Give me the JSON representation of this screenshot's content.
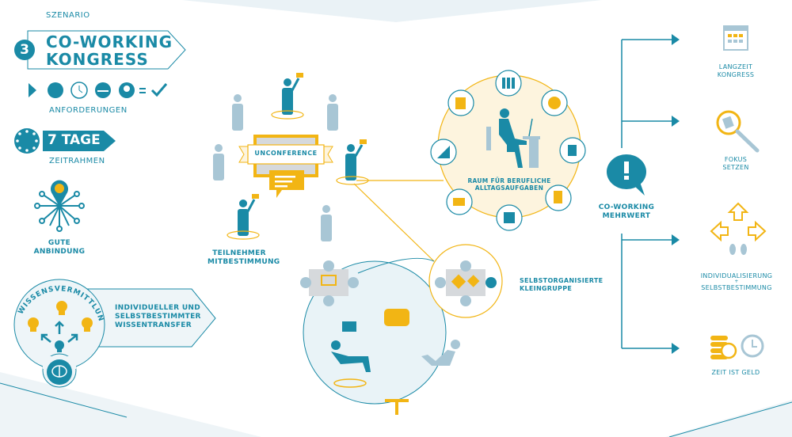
{
  "scenario": {
    "label": "SZENARIO",
    "number": "3",
    "title_line1": "CO-WORKING",
    "title_line2": "KONGRESS",
    "requirements_label": "ANFORDERUNGEN",
    "requirements_icons": [
      "meeting-icon",
      "clock-icon",
      "desk-icon",
      "lightbulb-icon"
    ],
    "duration": "7 TAGE",
    "duration_label": "ZEITRAHMEN",
    "connection_line1": "GUTE",
    "connection_line2": "ANBINDUNG"
  },
  "knowledge": {
    "arc_title": "WISSENSVERMITTLUNG",
    "text_line1": "INDIVIDUELLER UND",
    "text_line2": "SELBSTBESTIMMTER",
    "text_line3": "WISSENTRANSFER"
  },
  "center": {
    "banner": "UNCONFERENCE",
    "participants_line1": "TEILNEHMER",
    "participants_line2": "MITBESTIMMUNG",
    "workspace_line1": "RAUM FÜR BERUFLICHE",
    "workspace_line2": "ALLTAGSAUFGABEN",
    "group_line1": "SELBSTORGANISIERTE",
    "group_line2": "KLEINGRUPPE"
  },
  "benefits": {
    "hub_line1": "CO-WORKING",
    "hub_line2": "MEHRWERT",
    "items": [
      {
        "line1": "LANGZEIT",
        "line2": "KONGRESS"
      },
      {
        "line1": "FOKUS",
        "line2": "SETZEN"
      },
      {
        "line1": "INDIVIDUALISIERUNG",
        "plus": "+",
        "line2": "SELBSTBESTIMMUNG"
      },
      {
        "line1": "ZEIT IST GELD"
      }
    ]
  },
  "colors": {
    "teal": "#1a8aa6",
    "yellow": "#f2b514",
    "lightblue": "#a8c6d5",
    "cream": "#fdf4de"
  }
}
